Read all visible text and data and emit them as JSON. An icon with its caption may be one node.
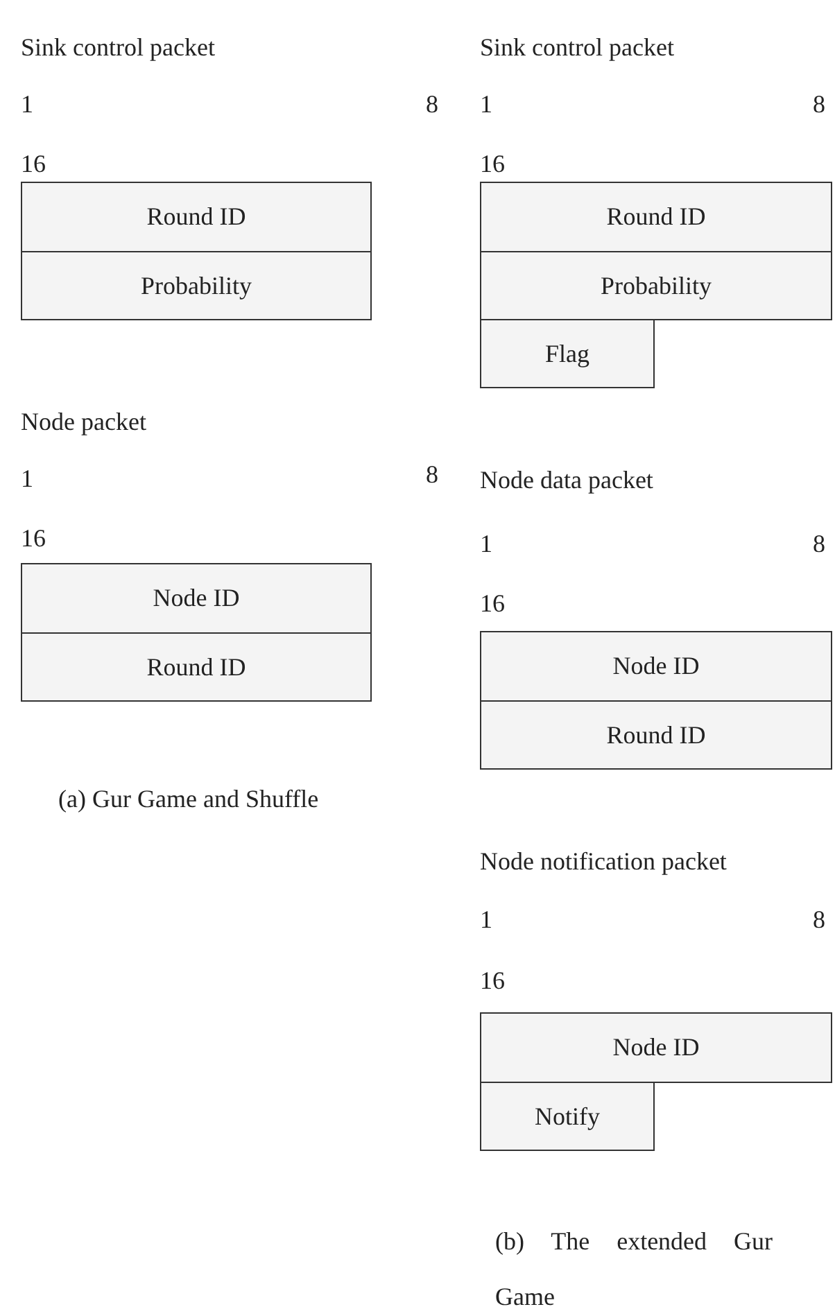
{
  "diagram": {
    "nodes": [
      {
        "text": [
          "Round ID"
        ]
      },
      {
        "text": [
          "Probability"
        ]
      },
      {
        "text": [
          "Node ID"
        ]
      },
      {
        "text": [
          "Round ID"
        ]
      },
      {
        "text": [
          "Round ID"
        ]
      },
      {
        "text": [
          "Probability"
        ]
      },
      {
        "text": [
          "Flag"
        ]
      },
      {
        "text": [
          "Node ID"
        ]
      },
      {
        "text": [
          "Round ID"
        ]
      },
      {
        "text": [
          "Node ID"
        ]
      },
      {
        "text": [
          "Notify"
        ]
      }
    ],
    "labels": [
      "Sink control packet",
      "Sink control packet",
      "1",
      "8",
      "1",
      "8",
      "16",
      "16",
      "Node packet",
      "1",
      "8",
      "Node data packet",
      "16",
      "1",
      "8",
      "16",
      "(a) Gur Game and Shuffle",
      "Node notification packet",
      "1",
      "8",
      "16",
      "(b) The extended Gur Game"
    ]
  }
}
